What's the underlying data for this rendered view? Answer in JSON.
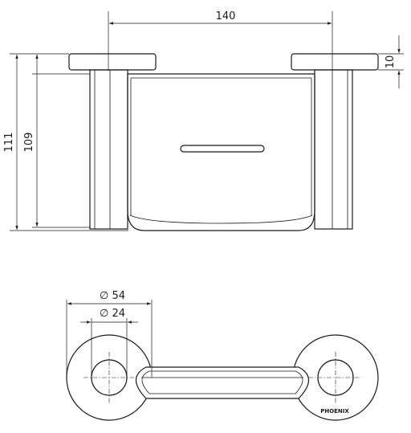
{
  "dimensions": {
    "width": "140",
    "height_overall": "111",
    "height_inner": "109",
    "flange_thickness": "10",
    "flange_diameter": "∅ 54",
    "post_diameter": "∅ 24"
  },
  "brand": "PHOENIX"
}
